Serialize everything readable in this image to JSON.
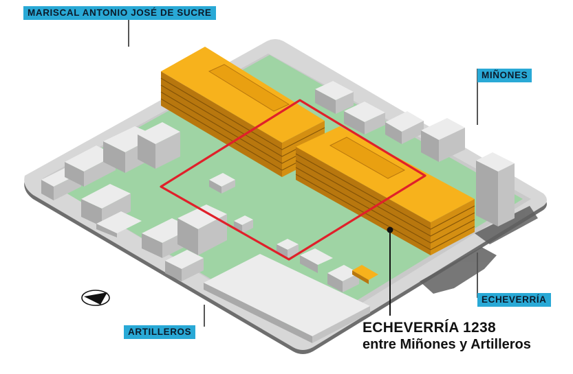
{
  "streets": {
    "sucre": "MARISCAL ANTONIO JOSÉ DE SUCRE",
    "minones": "MIÑONES",
    "echeverria": "ECHEVERRÍA",
    "artilleros": "ARTILLEROS"
  },
  "address": {
    "line1": "ECHEVERRÍA 1238",
    "line2": "entre Miñones y Artilleros"
  },
  "colors": {
    "highlight_building": "#f7b21c",
    "lot_outline": "#e0202a",
    "green_space": "#9fd4a4",
    "street_label_bg": "#29a9d6"
  },
  "icons": {
    "compass": "north-arrow-icon"
  }
}
